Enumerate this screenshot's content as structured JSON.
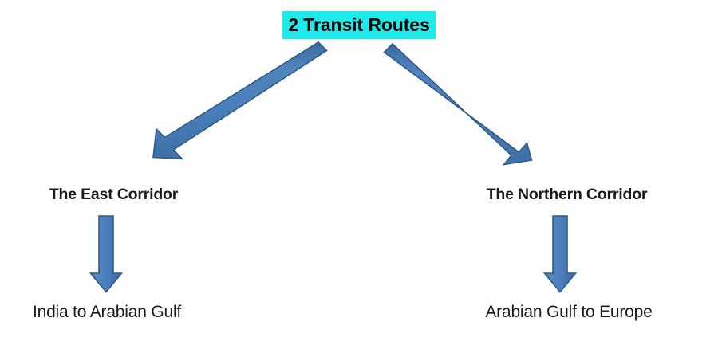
{
  "diagram": {
    "type": "flow-tree",
    "background_color": "#ffffff",
    "title": {
      "text": "2 Transit Routes",
      "text_color": "#000000",
      "highlight_color": "#1FE9E9",
      "bold": true
    },
    "branches": [
      {
        "id": "east",
        "corridor_label": "The East Corridor",
        "destination_label": "India to Arabian Gulf",
        "arrow_direction": "down-left",
        "label_color": "#1a1a1a"
      },
      {
        "id": "northern",
        "corridor_label": "The Northern Corridor",
        "destination_label": "Arabian Gulf to Europe",
        "arrow_direction": "down-right",
        "label_color": "#1a1a1a"
      }
    ],
    "arrow_style": {
      "fill_color": "#4A7EBB",
      "fill_highlight": "#5C8FC6",
      "fill_shadow": "#3A6A9E",
      "stroke_color": "#2E5C8A"
    }
  }
}
